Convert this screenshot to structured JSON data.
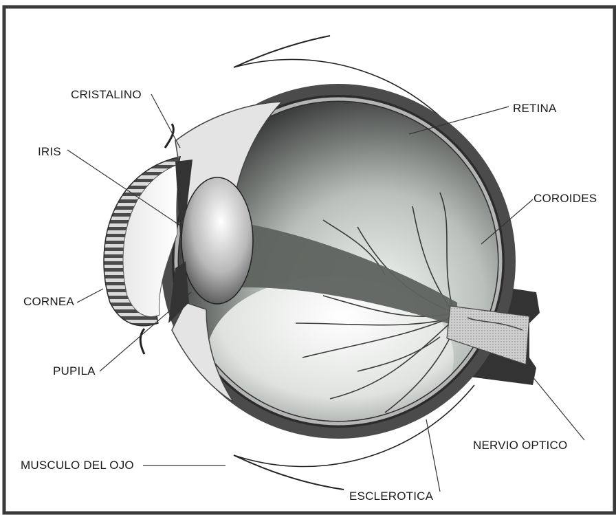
{
  "labels": {
    "cristalino": "CRISTALINO",
    "retina": "RETINA",
    "iris": "IRIS",
    "coroides": "COROIDES",
    "cornea": "CORNEA",
    "pupila": "PUPILA",
    "nervio_optico": "NERVIO OPTICO",
    "musculo": "MUSCULO DEL OJO",
    "esclerotica": "ESCLEROTICA"
  },
  "colors": {
    "frame": "#3a3a3a",
    "sclera": "#555555",
    "retina": "#b5b5b5",
    "leader": "#333333"
  }
}
